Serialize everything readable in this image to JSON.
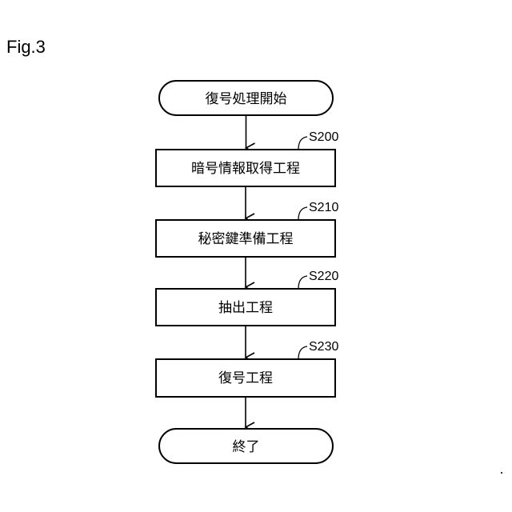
{
  "figure": {
    "label": "Fig.3"
  },
  "nodes": {
    "start": "復号処理開始",
    "s200": "暗号情報取得工程",
    "s210": "秘密鍵準備工程",
    "s220": "抽出工程",
    "s230": "復号工程",
    "end": "終了"
  },
  "step_labels": {
    "s200": "S200",
    "s210": "S210",
    "s220": "S220",
    "s230": "S230"
  }
}
